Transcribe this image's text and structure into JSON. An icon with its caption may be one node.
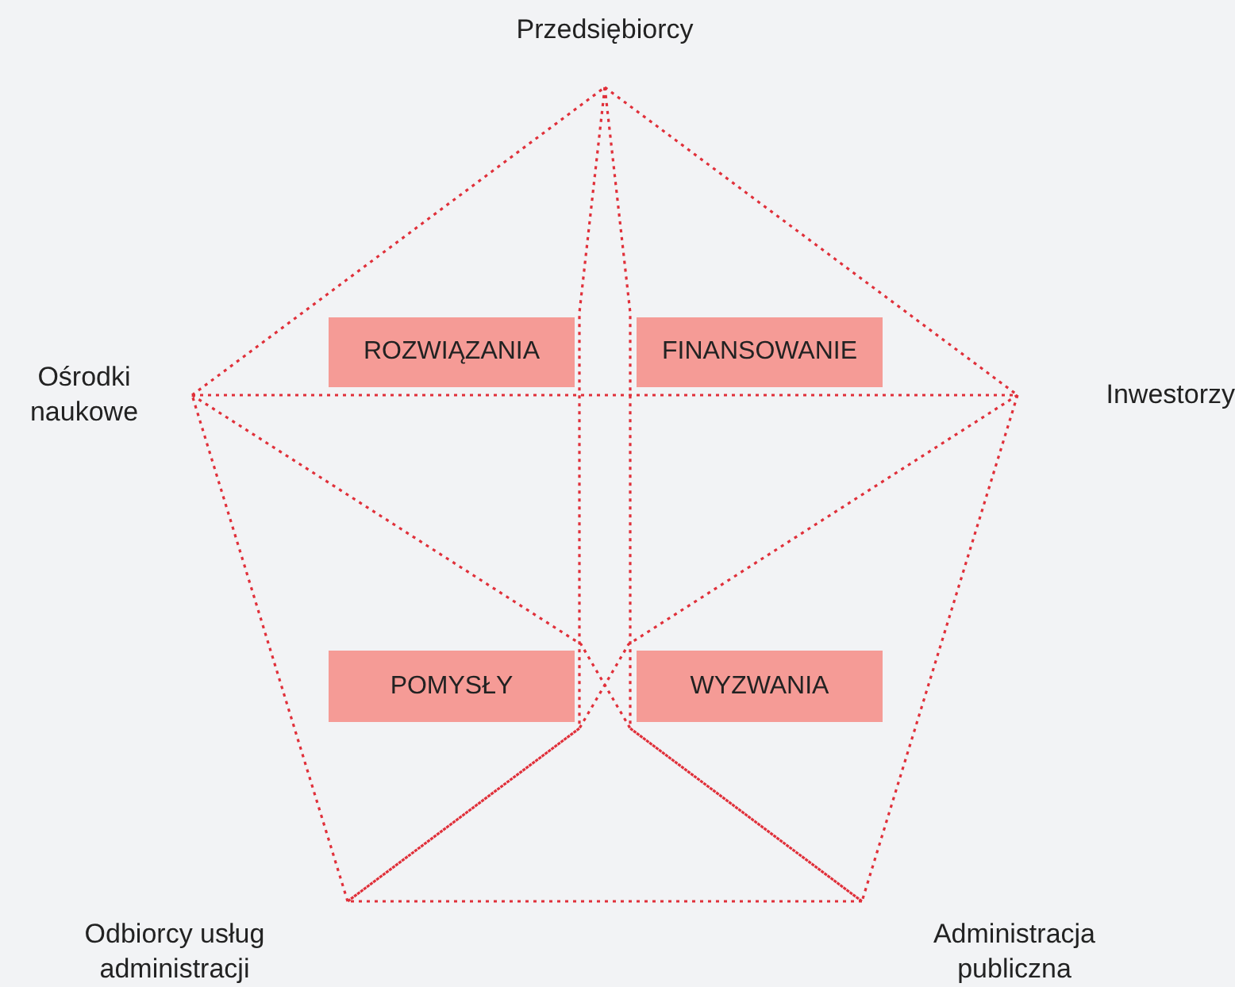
{
  "diagram": {
    "nodes": [
      {
        "text": [
          "Przedsiębiorcy"
        ]
      },
      {
        "text": [
          "ROZWIĄZANIA"
        ]
      },
      {
        "text": [
          "FINANSOWANIE"
        ]
      },
      {
        "text": [
          "Ośrodki naukowe"
        ]
      },
      {
        "text": [
          "Inwestorzy"
        ]
      },
      {
        "text": [
          "POMYSŁY"
        ]
      },
      {
        "text": [
          "WYZWANIA"
        ]
      },
      {
        "text": [
          "Odbiorcy usług administracji"
        ]
      },
      {
        "text": [
          "Administracja publiczna"
        ]
      }
    ],
    "edges": [
      {
        "from": 0,
        "to": 4,
        "arrow": "none",
        "style": "dashed"
      },
      {
        "from": 4,
        "to": 8,
        "arrow": "none",
        "style": "dashed"
      },
      {
        "from": 8,
        "to": 7,
        "arrow": "none",
        "style": "dashed"
      },
      {
        "from": 7,
        "to": 3,
        "arrow": "none",
        "style": "dashed"
      },
      {
        "from": 3,
        "to": 0,
        "arrow": "none",
        "style": "dashed"
      },
      {
        "from": 0,
        "to": 7,
        "arrow": "none",
        "style": "dashed"
      },
      {
        "from": 0,
        "to": 8,
        "arrow": "none",
        "style": "dashed"
      },
      {
        "from": 3,
        "to": 4,
        "arrow": "none",
        "style": "dashed"
      },
      {
        "from": 3,
        "to": 8,
        "arrow": "none",
        "style": "dashed"
      },
      {
        "from": 4,
        "to": 7,
        "arrow": "none",
        "style": "dashed"
      }
    ]
  }
}
